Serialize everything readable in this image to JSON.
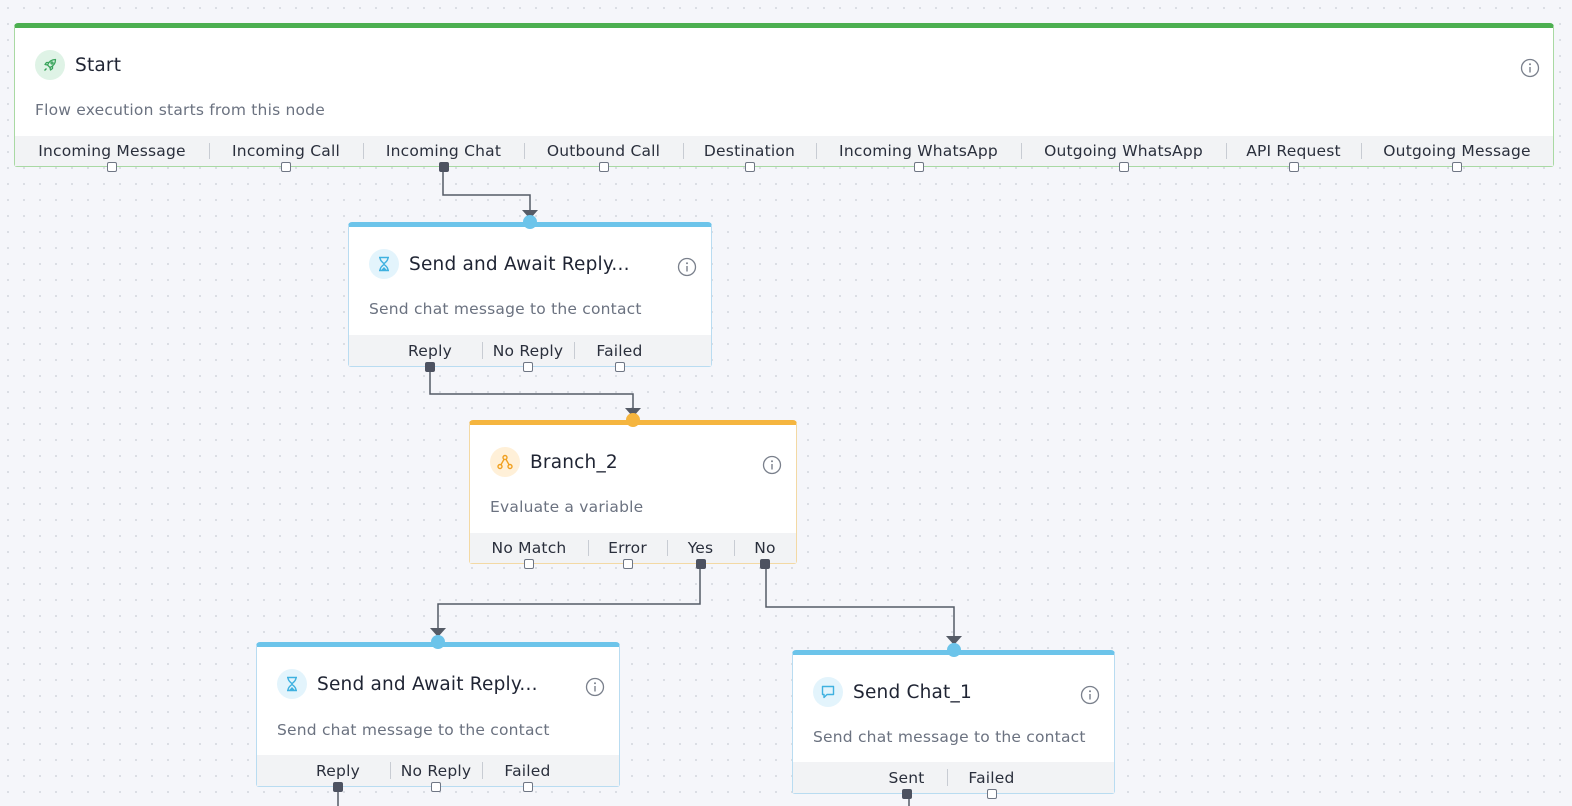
{
  "colors": {
    "start": "#4caf50",
    "chat": "#6cc4ea",
    "branch": "#f5b53f",
    "wire": "#555b66"
  },
  "start": {
    "title": "Start",
    "description": "Flow execution starts from this node",
    "icon": "rocket-icon",
    "outputs": [
      "Incoming Message",
      "Incoming Call",
      "Incoming Chat",
      "Outbound Call",
      "Destination",
      "Incoming WhatsApp",
      "Outgoing WhatsApp",
      "API Request",
      "Outgoing Message"
    ]
  },
  "await1": {
    "title": "Send and Await Reply...",
    "description": "Send chat message to the contact",
    "icon": "hourglass-icon",
    "outputs": [
      "Reply",
      "No Reply",
      "Failed"
    ]
  },
  "branch": {
    "title": "Branch_2",
    "description": "Evaluate a variable",
    "icon": "branch-icon",
    "outputs": [
      "No Match",
      "Error",
      "Yes",
      "No"
    ]
  },
  "await2": {
    "title": "Send and Await Reply...",
    "description": "Send chat message to the contact",
    "icon": "hourglass-icon",
    "outputs": [
      "Reply",
      "No Reply",
      "Failed"
    ]
  },
  "sendchat": {
    "title": "Send Chat_1",
    "description": "Send chat message to the contact",
    "icon": "chat-icon",
    "outputs": [
      "Sent",
      "Failed"
    ]
  }
}
